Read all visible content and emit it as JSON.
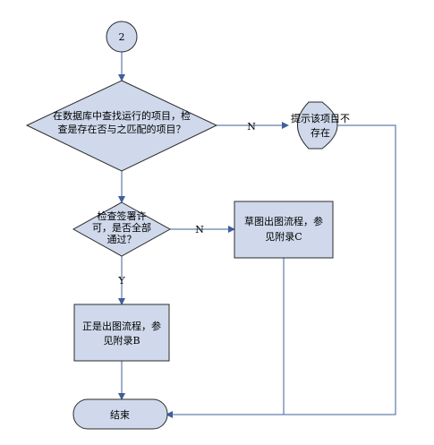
{
  "flowchart": {
    "connector": "2",
    "decision1": [
      "在数据库中查找运行的项目，检",
      "查是存在否与之匹配的项目？"
    ],
    "notify": [
      "提示该项目不",
      "存在"
    ],
    "decision2": [
      "检查签署许",
      "可，是否全部",
      "通过？"
    ],
    "draft": [
      "草图出图流程，参",
      "见附录C"
    ],
    "formal": [
      "正是出图流程，参",
      "见附录B"
    ],
    "end": "结束",
    "edge_n1": "N",
    "edge_n2": "N",
    "edge_y": "Y"
  },
  "colors": {
    "shape_fill": "#cfd9eb",
    "line": "#3f5f9a",
    "border": "#2b2b2b"
  }
}
